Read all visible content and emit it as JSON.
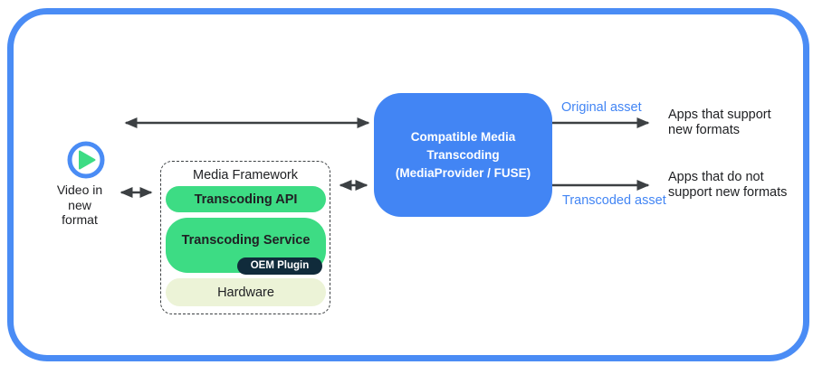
{
  "colors": {
    "accent_blue": "#4285F4",
    "border_blue": "#4A8CF5",
    "android_green": "#3DDC84",
    "oem_navy": "#102B3B",
    "hardware_pale_green": "#ECF3D7",
    "arrow_gray": "#3C4043",
    "text_black": "#202124"
  },
  "source": {
    "icon": "play-icon",
    "label": "Video in\nnew\nformat"
  },
  "media_framework": {
    "title": "Media Framework",
    "transcoding_api": "Transcoding API",
    "transcoding_service": "Transcoding Service",
    "oem_plugin": "OEM Plugin",
    "hardware": "Hardware"
  },
  "transcoder": {
    "title": "Compatible Media\nTranscoding\n(MediaProvider / FUSE)"
  },
  "outputs": {
    "original_asset_label": "Original asset",
    "transcoded_asset_label": "Transcoded asset",
    "apps_support": "Apps that support\nnew formats",
    "apps_no_support": "Apps that do not\nsupport new formats"
  }
}
